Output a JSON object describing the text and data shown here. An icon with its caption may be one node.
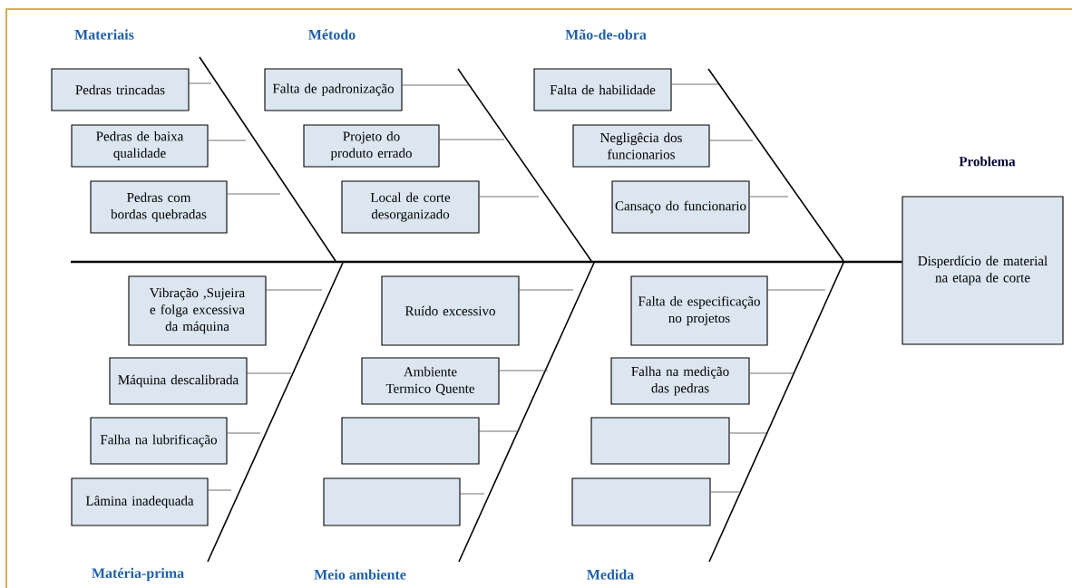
{
  "diagram": {
    "nodes": [
      {
        "text": [
          "Pedras trincadas"
        ]
      },
      {
        "text": [
          "Pedras de baixa qualidade"
        ]
      },
      {
        "text": [
          "Pedras com bordas quebradas"
        ]
      },
      {
        "text": [
          "Falta de padronização"
        ]
      },
      {
        "text": [
          "Projeto do produto errado"
        ]
      },
      {
        "text": [
          "Local de corte desorganizado"
        ]
      },
      {
        "text": [
          "Falta de habilidade"
        ]
      },
      {
        "text": [
          "Negligêcia dos funcionarios"
        ]
      },
      {
        "text": [
          "Cansaço do funcionario"
        ]
      },
      {
        "text": [
          "Problema",
          "Disperdício de material na etapa de corte"
        ]
      },
      {
        "text": [
          "Vibração ,Sujeira e folga excessiva da máquina"
        ]
      },
      {
        "text": [
          "Máquina descalibrada"
        ]
      },
      {
        "text": [
          "Falha na lubrificação"
        ]
      },
      {
        "text": [
          "Lâmina inadequada"
        ]
      },
      {
        "text": [
          "Ruído excessivo"
        ]
      },
      {
        "text": [
          "Ambiente Termico Quente"
        ]
      },
      {
        "text": [],
        "shape": "box"
      },
      {
        "text": [],
        "shape": "box"
      },
      {
        "text": [
          "Falta de especificação no projetos"
        ]
      },
      {
        "text": [
          "Falha na medição das pedras"
        ]
      },
      {
        "text": [],
        "shape": "box"
      },
      {
        "text": [],
        "shape": "box"
      }
    ],
    "edges": [
      {
        "from": 0,
        "to": null,
        "arrow": "none"
      },
      {
        "from": 1,
        "to": null,
        "arrow": "none"
      },
      {
        "from": 2,
        "to": null,
        "arrow": "none"
      },
      {
        "from": 3,
        "to": null,
        "arrow": "none"
      },
      {
        "from": 4,
        "to": null,
        "arrow": "none"
      },
      {
        "from": 5,
        "to": null,
        "arrow": "none"
      },
      {
        "from": 6,
        "to": null,
        "arrow": "none"
      },
      {
        "from": 7,
        "to": null,
        "arrow": "none"
      },
      {
        "from": 8,
        "to": null,
        "arrow": "none"
      },
      {
        "from": 10,
        "to": null,
        "arrow": "none"
      },
      {
        "from": 11,
        "to": null,
        "arrow": "none"
      },
      {
        "from": 12,
        "to": null,
        "arrow": "none"
      },
      {
        "from": 13,
        "to": null,
        "arrow": "none"
      },
      {
        "from": 14,
        "to": null,
        "arrow": "none"
      },
      {
        "from": 15,
        "to": null,
        "arrow": "none"
      },
      {
        "from": 16,
        "to": null,
        "arrow": "none"
      },
      {
        "from": 17,
        "to": null,
        "arrow": "none"
      },
      {
        "from": 18,
        "to": null,
        "arrow": "none"
      },
      {
        "from": 19,
        "to": null,
        "arrow": "none"
      },
      {
        "from": 20,
        "to": null,
        "arrow": "none"
      },
      {
        "from": 21,
        "to": null,
        "arrow": "none"
      },
      {
        "from": null,
        "to": 9,
        "arrow": "none",
        "style": "thick"
      }
    ],
    "labels": [
      "Materiais",
      "Método",
      "Mão-de-obra",
      "Matéria-prima",
      "Meio ambiente",
      "Medida"
    ]
  }
}
